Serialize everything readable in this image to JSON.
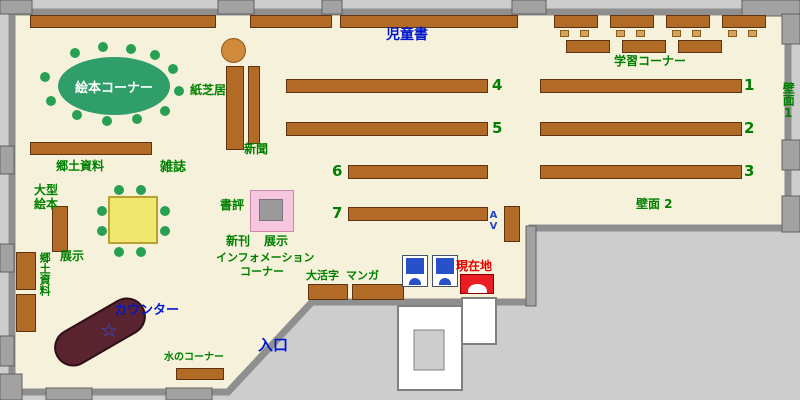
{
  "colors": {
    "floor": "#f6f1da",
    "wall": "#a2a2a2",
    "shelf_brown": "#b26b26",
    "label_green": "#008000",
    "label_blue": "#0018cc",
    "label_red": "#e80000",
    "counter_brown": "#5a2330",
    "picture_book_ellipse": "#2f9e68",
    "current_location_marker": "#ea1c24"
  },
  "labels": {
    "children_books": "児童書",
    "study_corner": "学習コーナー",
    "wall_1": "壁面1",
    "wall_2": "壁面 2",
    "picture_book_corner": "絵本コーナー",
    "kamishibai": "紙芝居",
    "newspaper": "新聞",
    "local_materials_top": "郷土資料",
    "magazines": "雑誌",
    "large_picture_books_line1": "大型",
    "large_picture_books_line2": "絵本",
    "display_left": "展示",
    "local_materials_left": "郷土資料",
    "book_review": "書評",
    "new_books": "新刊",
    "display_center": "展示",
    "information_line1": "インフォメーション",
    "information_line2": "コーナー",
    "av": "AV",
    "large_print": "大活字",
    "manga": "マンガ",
    "current_location": "現在地",
    "counter": "カウンター",
    "water_corner": "水のコーナー",
    "entrance": "入口"
  },
  "shelf_numbers": [
    "1",
    "2",
    "3",
    "4",
    "5",
    "6",
    "7"
  ]
}
